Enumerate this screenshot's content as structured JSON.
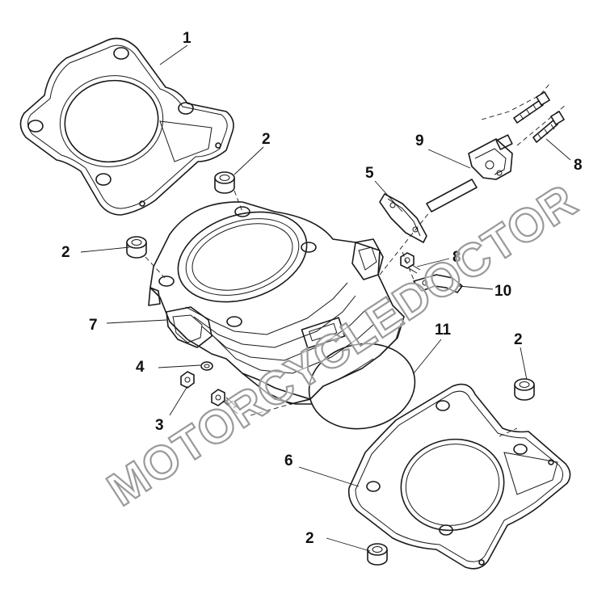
{
  "watermark": {
    "text": "MOTORCYCLEDOCTOR"
  },
  "callouts": [
    "1",
    "2",
    "2",
    "2",
    "2",
    "3",
    "4",
    "5",
    "6",
    "7",
    "8",
    "8",
    "9",
    "10",
    "11"
  ]
}
